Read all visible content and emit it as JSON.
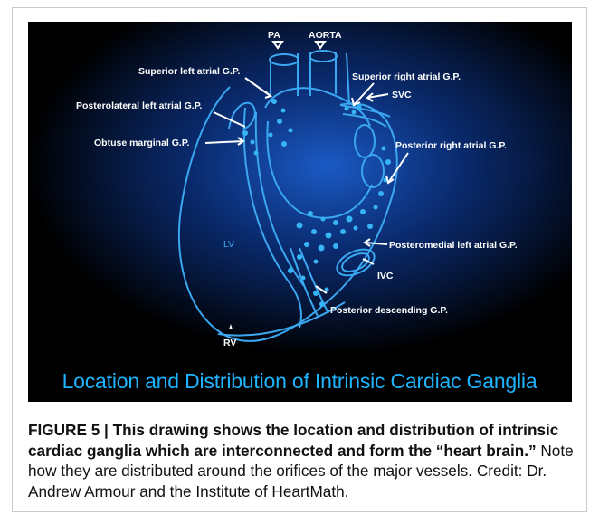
{
  "figure": {
    "labels": {
      "pa": "PA",
      "aorta": "AORTA",
      "superior_left": "Superior left atrial G.P.",
      "superior_right": "Superior right atrial G.P.",
      "svc": "SVC",
      "posterolateral_left": "Posterolateral left atrial G.P.",
      "obtuse_marginal": "Obtuse marginal G.P.",
      "posterior_right": "Posterior right atrial G.P.",
      "lv": "LV",
      "posteromedial_left": "Posteromedial left atrial G.P.",
      "ivc": "IVC",
      "posterior_descending": "Posterior descending G.P.",
      "rv": "RV"
    },
    "banner_title": "Location and Distribution of Intrinsic Cardiac Ganglia",
    "colors": {
      "background": "#000000",
      "glow": "#0a3a8a",
      "heart_stroke": "#3aa7f0",
      "dots": "#37b4f5",
      "labels": "#ffffff",
      "banner_text": "#1fb4ff"
    }
  },
  "caption": {
    "label": "FIGURE 5 | This drawing shows the location and distribution of intrinsic cardiac ganglia which are interconnected and form the “heart brain.”",
    "body": " Note how they are distributed around the orifices of the major vessels. Credit: Dr. Andrew Armour and the Institute of HeartMath."
  }
}
